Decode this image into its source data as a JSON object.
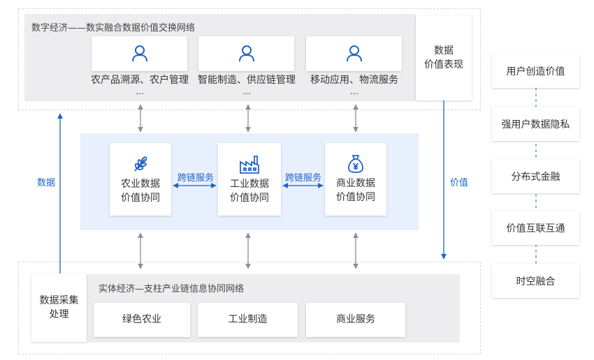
{
  "top_panel": {
    "title": "数字经济——数实融合数据价值交换网络",
    "cards": [
      {
        "label": "农产品溯源、农户管理",
        "more": "…",
        "icon": "user-icon"
      },
      {
        "label": "智能制造、供应链管理",
        "more": "…",
        "icon": "user-icon"
      },
      {
        "label": "移动应用、物流服务",
        "more": "…",
        "icon": "user-icon"
      }
    ],
    "value_box": {
      "line1": "数据",
      "line2": "价值表现"
    }
  },
  "middle_panel": {
    "nodes": [
      {
        "line1": "农业数据",
        "line2": "价值协同",
        "icon": "wheat-icon"
      },
      {
        "line1": "工业数据",
        "line2": "价值协同",
        "icon": "factory-icon"
      },
      {
        "line1": "商业数据",
        "line2": "价值协同",
        "icon": "money-bag-icon"
      }
    ],
    "cross_chain_left": "跨链服务",
    "cross_chain_right": "跨链服务"
  },
  "side_labels": {
    "left": "数据",
    "right": "价值"
  },
  "bottom_panel": {
    "title": "实体经济—支柱产业链信息协同网络",
    "collect_box": {
      "line1": "数据采集",
      "line2": "处理"
    },
    "cards": [
      "绿色农业",
      "工业制造",
      "商业服务"
    ]
  },
  "right_column": [
    "用户创造价值",
    "强用户数据隐私",
    "分布式金融",
    "价值互联互通",
    "时空融合"
  ],
  "colors": {
    "accent": "#1e63c7",
    "panel_gray": "#ededef",
    "light_blue": "#e8f0fe"
  }
}
